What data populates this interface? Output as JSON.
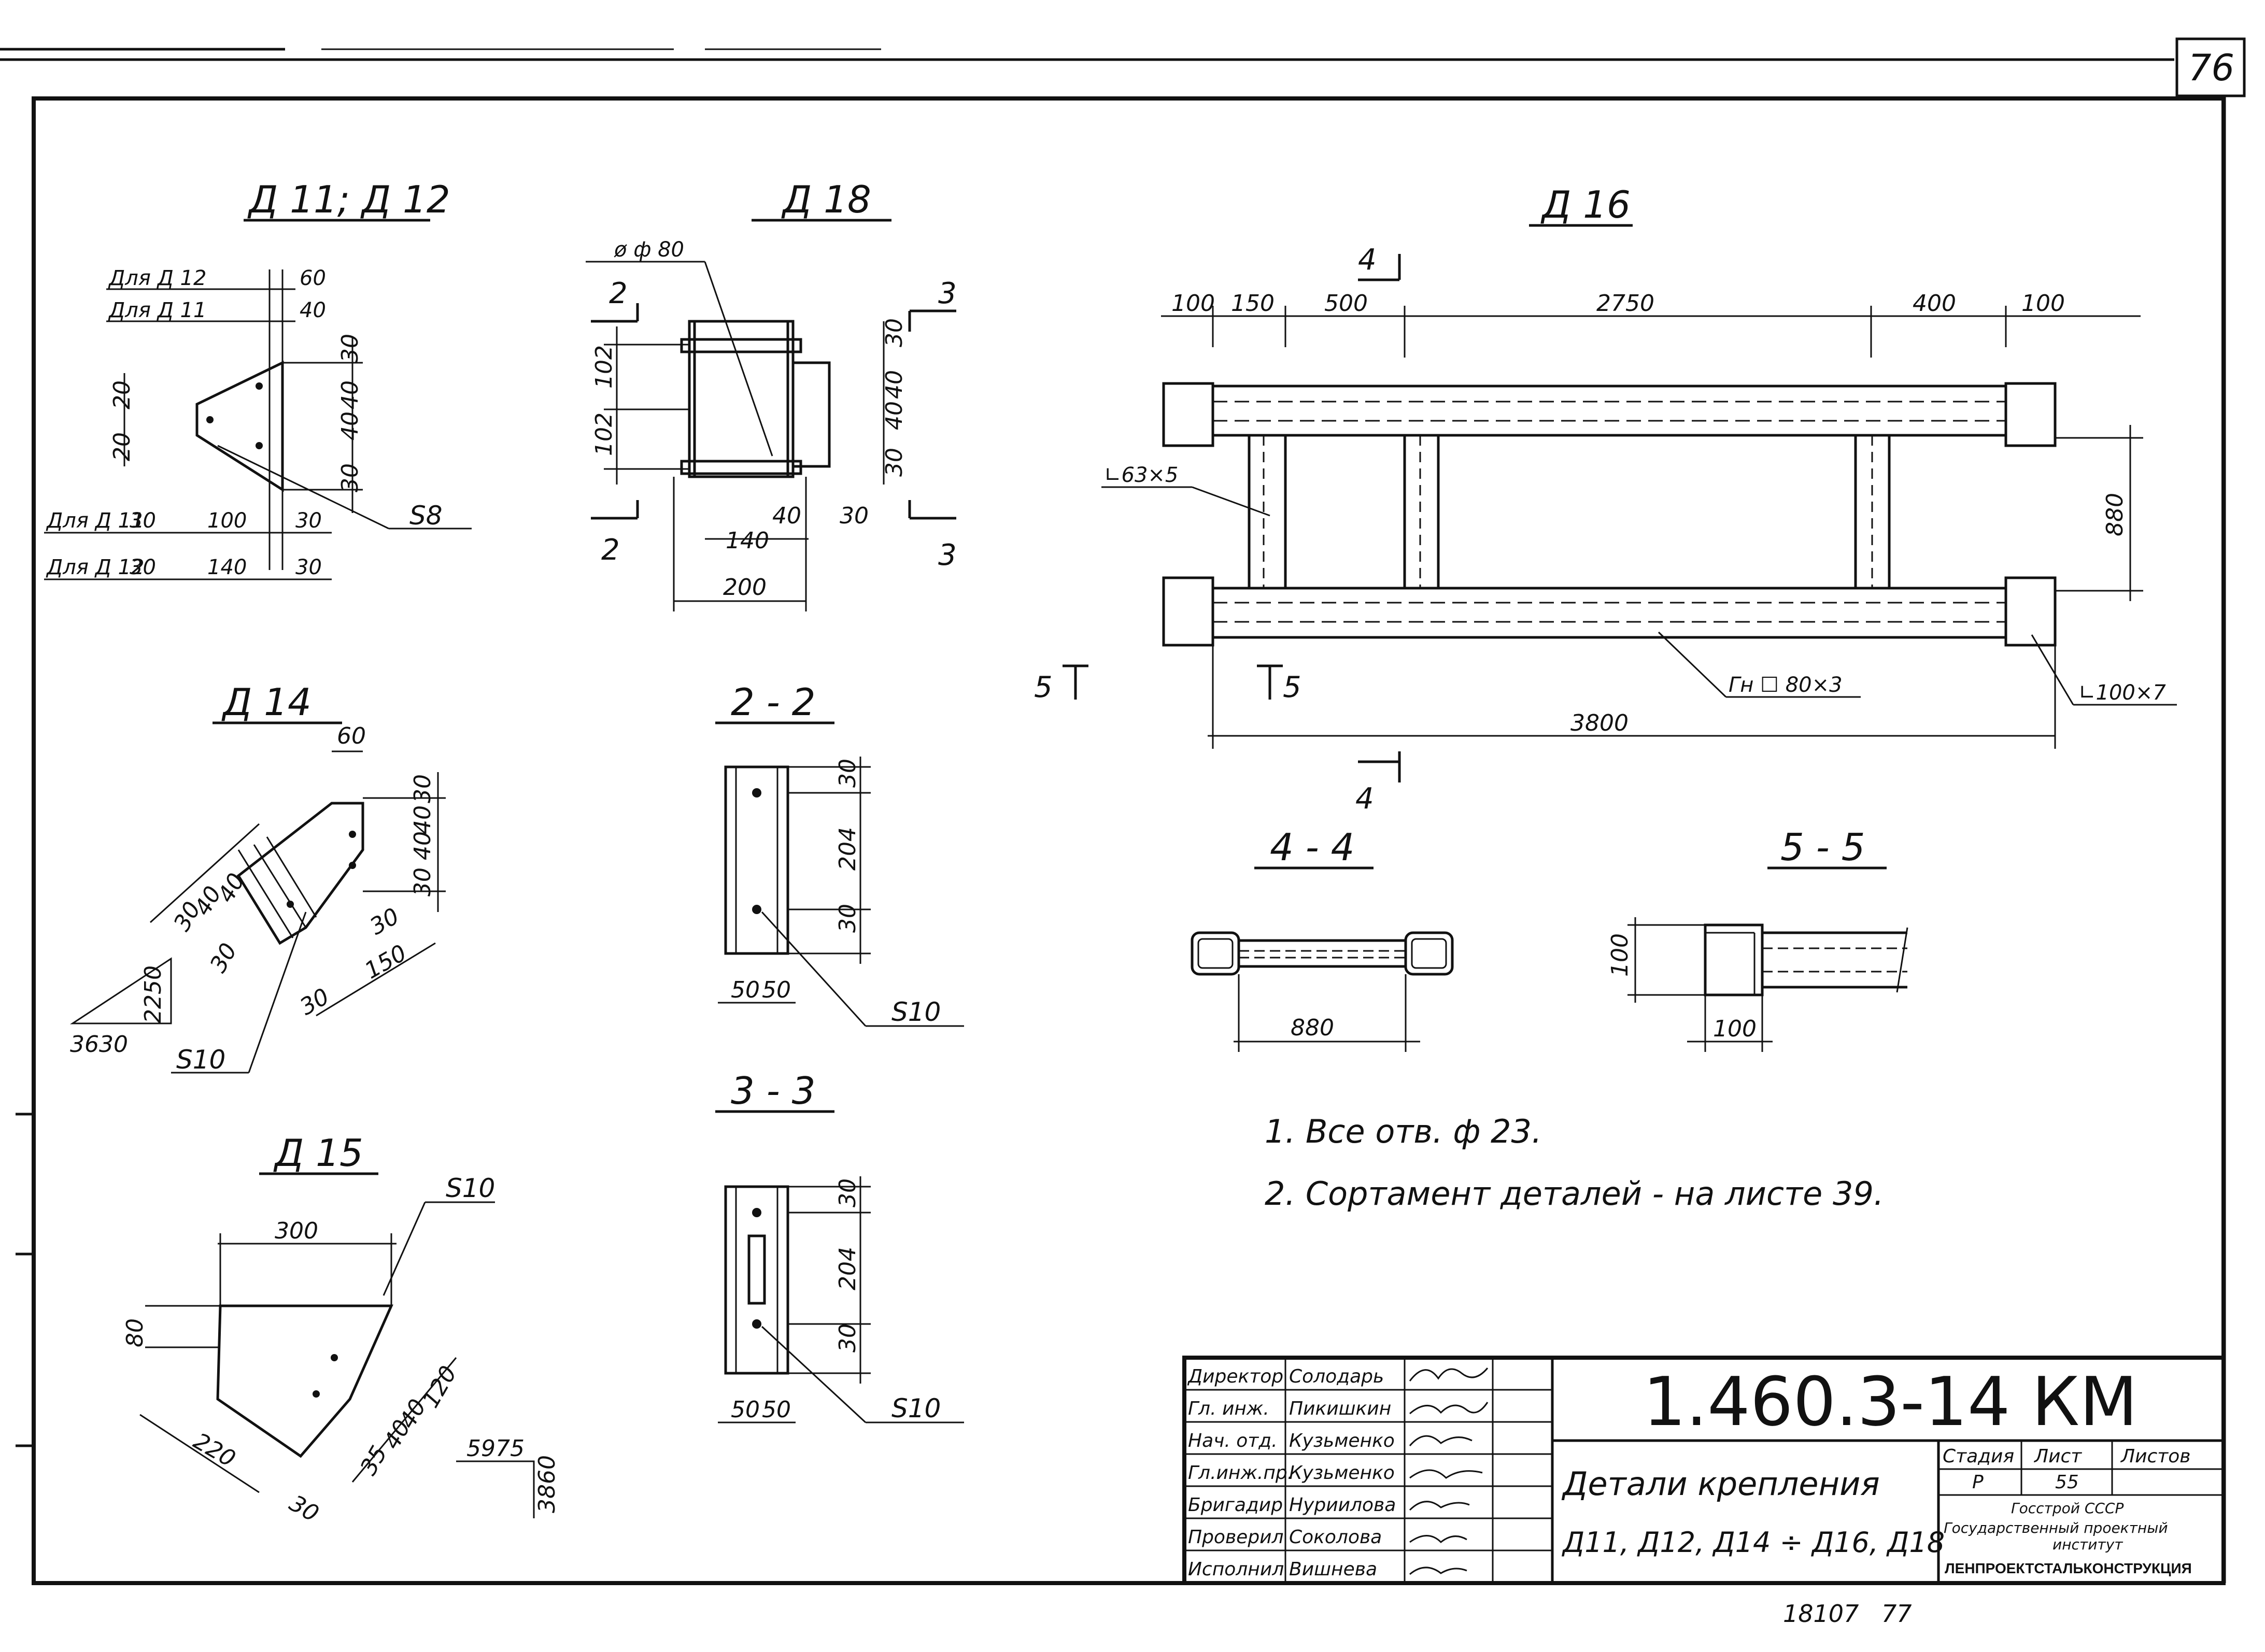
{
  "sheet": {
    "corner_number": "76",
    "bottom_codes": [
      "18107",
      "77"
    ]
  },
  "details": {
    "d11_d12": {
      "title": "Д 11; Д 12",
      "for_d12": "Для Д 12",
      "for_d11": "Для Д 11",
      "dim_60": "60",
      "dim_40": "40",
      "dims_right": [
        "30",
        "40",
        "40",
        "30"
      ],
      "dims_left": [
        "20",
        "20"
      ],
      "plate": "S8",
      "row_d11": {
        "label": "Для Д 11",
        "values": [
          "30",
          "100",
          "30"
        ]
      },
      "row_d12": {
        "label": "Для Д 12",
        "values": [
          "30",
          "140",
          "30"
        ]
      }
    },
    "d18": {
      "title": "Д 18",
      "hole": "ø ф 80",
      "dims_left": [
        "102",
        "102"
      ],
      "dims_right": [
        "30",
        "40",
        "40",
        "30"
      ],
      "dim_40": "40",
      "dim_30": "30",
      "dim_140": "140",
      "dim_200": "200",
      "cut_2": "2",
      "cut_3": "3"
    },
    "d16": {
      "title": "Д 16",
      "dims_top": [
        "100",
        "150",
        "500",
        "2750",
        "400",
        "100"
      ],
      "angle_left": "∟63×5",
      "height": "880",
      "profile": "Гн ☐ 80×3",
      "angle_right": "∟100×7",
      "length": "3800",
      "cut_4": "4",
      "cut_5": "5"
    },
    "d14": {
      "title": "Д 14",
      "dim_60": "60",
      "dims_right": [
        "30",
        "40",
        "40",
        "30"
      ],
      "dims_diag": [
        "30",
        "40",
        "40",
        "30"
      ],
      "dim_30": "30",
      "dim_150": "150",
      "dim_30b": "30",
      "slope_h": "2250",
      "slope_w": "3630",
      "plate": "S10"
    },
    "d15": {
      "title": "Д 15",
      "plate": "S10",
      "dim_300": "300",
      "dim_80": "80",
      "dim_220": "220",
      "dim_30": "30",
      "dim_35": "35",
      "dim_40": "40",
      "dim_40b": "40",
      "dim_120": "120",
      "slope_w": "5975",
      "slope_h": "3860"
    }
  },
  "sections": {
    "s22": {
      "title": "2 - 2",
      "dims": [
        "30",
        "204",
        "30"
      ],
      "bottom": [
        "50",
        "50"
      ],
      "plate": "S10"
    },
    "s33": {
      "title": "3 - 3",
      "dims": [
        "30",
        "204",
        "30"
      ],
      "bottom": [
        "50",
        "50"
      ],
      "plate": "S10"
    },
    "s44": {
      "title": "4 - 4",
      "dim": "880"
    },
    "s55": {
      "title": "5 - 5",
      "dim_v": "100",
      "dim_h": "100"
    }
  },
  "notes": [
    "1. Все отв. ф 23.",
    "2. Сортамент деталей - на листе 39."
  ],
  "title_block": {
    "code": "1.460.3-14 КМ",
    "title_line1": "Детали крепления",
    "title_line2": "Д11, Д12, Д14 ÷ Д16, Д18",
    "roles": [
      {
        "role": "Директор",
        "name": "Солодарь"
      },
      {
        "role": "Гл. инж.",
        "name": "Пикишкин"
      },
      {
        "role": "Нач. отд.",
        "name": "Кузьменко"
      },
      {
        "role": "Гл.инж.пр.",
        "name": "Кузьменко"
      },
      {
        "role": "Бригадир",
        "name": "Нуриилова"
      },
      {
        "role": "Проверил",
        "name": "Соколова"
      },
      {
        "role": "Исполнил",
        "name": "Вишнева"
      }
    ],
    "stage_header": "Стадия",
    "sheet_header": "Лист",
    "sheets_header": "Листов",
    "stage_value": "Р",
    "sheet_value": "55",
    "org_line1": "Госстрой СССР",
    "org_line2": "Государственный проектный",
    "org_line3": "институт",
    "org_line4": "ЛЕНПРОЕКТСТАЛЬКОНСТРУКЦИЯ"
  }
}
